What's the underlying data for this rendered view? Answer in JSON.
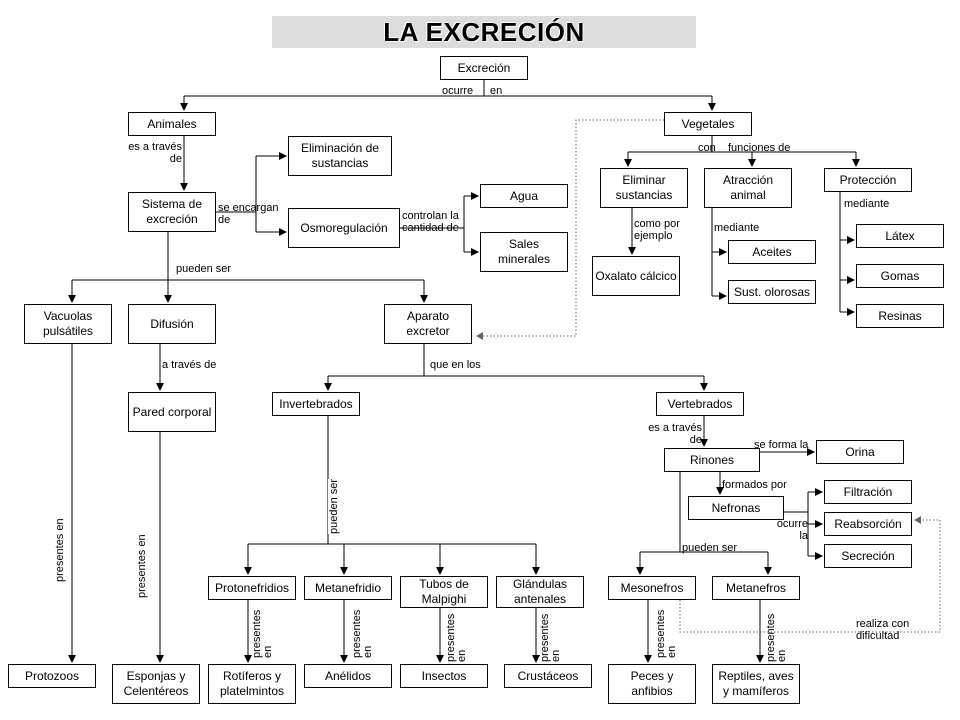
{
  "title": "LA EXCRECIÓN",
  "nodes": {
    "excrecion": "Excreción",
    "animales": "Animales",
    "vegetales": "Vegetales",
    "sistema": "Sistema de excreción",
    "eliminacion": "Eliminación de sustancias",
    "osmoregulacion": "Osmoregulación",
    "agua": "Agua",
    "sales": "Sales minerales",
    "eliminar": "Eliminar sustancias",
    "atraccion": "Atracción animal",
    "proteccion": "Protección",
    "oxalato": "Oxalato cálcico",
    "aceites": "Aceites",
    "sust_olorosas": "Sust. olorosas",
    "latex": "Látex",
    "gomas": "Gomas",
    "resinas": "Resinas",
    "vacuolas": "Vacuolas pulsátiles",
    "difusion": "Difusión",
    "aparato": "Aparato excretor",
    "pared": "Pared corporal",
    "invertebrados": "Invertebrados",
    "vertebrados": "Vertebrados",
    "rinones": "Rinones",
    "orina": "Orina",
    "nefronas": "Nefronas",
    "filtracion": "Filtración",
    "reabsorcion": "Reabsorción",
    "secrecion": "Secreción",
    "protonefridios": "Protonefridios",
    "metanefridio": "Metanefridio",
    "tubos": "Tubos de Malpighi",
    "glandulas": "Glándulas antenales",
    "mesonefros": "Mesonefros",
    "metanefros": "Metanefros",
    "protozoos": "Protozoos",
    "esponjas": "Esponjas y Celentéreos",
    "rotiferos": "Rotíferos y platelmintos",
    "anelidos": "Anélidos",
    "insectos": "Insectos",
    "crustaceos": "Crustáceos",
    "peces": "Peces y anfibios",
    "reptiles": "Reptiles, aves y mamíferos"
  },
  "links": {
    "ocurre": "ocurre",
    "en": "en",
    "es_a_traves_de": "es a través de",
    "es_a_traves_de_2": "es a través de",
    "con": "con",
    "funciones_de": "funciones de",
    "se_encargan_de": "se encargan de",
    "controlan": "controlan la cantidad de",
    "como_por_ejemplo": "como por ejemplo",
    "mediante_1": "mediante",
    "mediante_2": "mediante",
    "pueden_ser_1": "pueden ser",
    "a_traves_de": "a través de",
    "que_en_los": "que en los",
    "pueden_ser_2": "pueden ser",
    "se_forma_la": "se forma la",
    "formados_por": "formados por",
    "ocurre_la": "ocurre la",
    "pueden_ser_3": "pueden ser",
    "realiza": "realiza con dificultad",
    "presentes_en": "presentes en",
    "presentes_en_2": "presentes en",
    "presentes_en_3": "presentes en",
    "presentes_en_4": "presentes en",
    "presentes_en_5": "presentes en",
    "presentes_en_6": "presentes en",
    "presentes_en_7": "presentes en",
    "presentes_en_8": "presentes en"
  }
}
